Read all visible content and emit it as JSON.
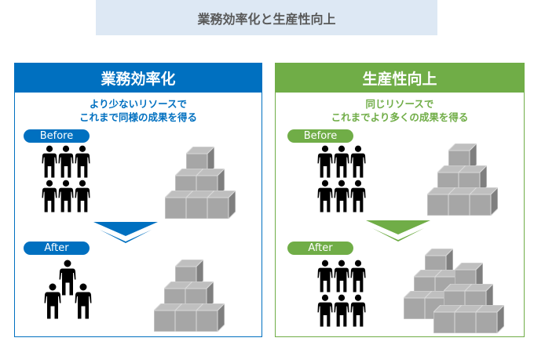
{
  "title": "業務効率化と生産性向上",
  "left": {
    "heading": "業務効率化",
    "subtitle_line1": "より少ないリソースで",
    "subtitle_line2": "これまで同様の成果を得る",
    "before_label": "Before",
    "after_label": "After",
    "color": "#0070c0"
  },
  "right": {
    "heading": "生産性向上",
    "subtitle_line1": "同じリソースで",
    "subtitle_line2": "これまでより多くの成果を得る",
    "before_label": "Before",
    "after_label": "After",
    "color": "#70ad47"
  }
}
